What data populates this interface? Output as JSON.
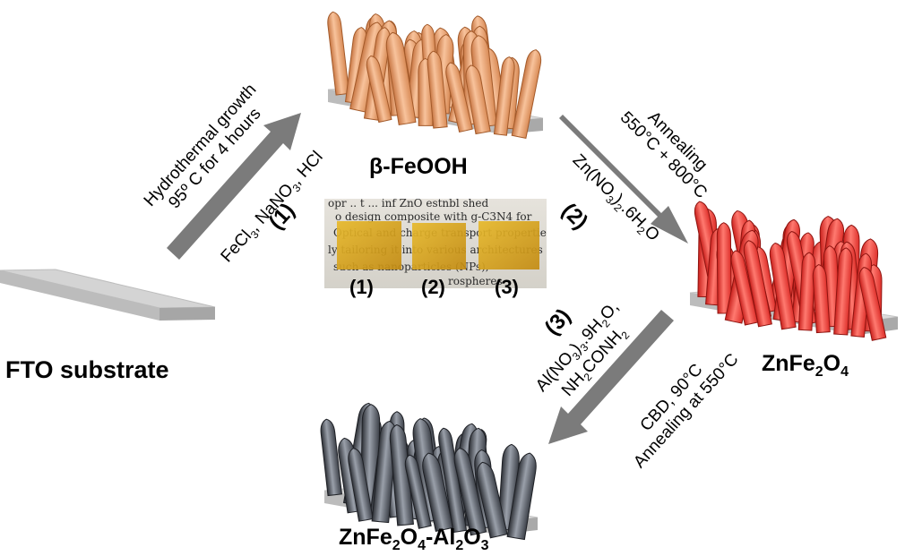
{
  "labels": {
    "fto": "FTO substrate",
    "feooh": "β-FeOOH",
    "znfe2o4": {
      "pre": "ZnFe",
      "sub1": "2",
      "mid": "O",
      "sub2": "4"
    },
    "final": {
      "a": "ZnFe",
      "b": "2",
      "c": "O",
      "d": "4",
      "e": "-Al",
      "f": "2",
      "g": "O",
      "h": "3"
    }
  },
  "step1": {
    "number": "(1)",
    "line1": "Hydrothermal growth",
    "line2": "95º C for 4 hours",
    "line3": {
      "a": "FeCl",
      "b": "3",
      "c": ", NaNO",
      "d": "3",
      "e": ", HCl"
    }
  },
  "step2": {
    "number": "(2)",
    "line1": "Annealing",
    "line2": "550°C + 800°C",
    "reagent": {
      "a": "Zn(NO",
      "b": "3",
      "c": ")",
      "d": "2",
      "e": ".6H",
      "f": "2",
      "g": "O"
    }
  },
  "step3": {
    "number": "(3)",
    "reagent1": {
      "a": "Al(NO",
      "b": "3",
      "c": ")",
      "d": "3",
      "e": ".9H",
      "f": "2",
      "g": "O,"
    },
    "reagent2": {
      "a": "NH",
      "b": "2",
      "c": "CONH",
      "d": "2"
    },
    "cond1": "CBD, 90°C",
    "cond2": "Annealing at 550°C"
  },
  "photo": {
    "samples": [
      "(1)",
      "(2)",
      "(3)"
    ]
  },
  "colors": {
    "arrow": "#7b7b7b",
    "substrate_top": "#d9d9d9",
    "substrate_front": "#b3b3b3",
    "feooh": "#f2a878",
    "znfe2o4": "#f2443e",
    "al2o3": "#5a5e66",
    "sample_yellow": "#d4a21a"
  }
}
